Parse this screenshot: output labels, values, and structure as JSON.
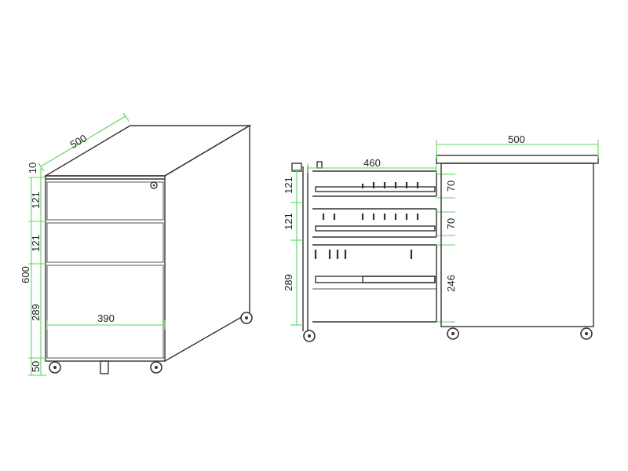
{
  "colors": {
    "line": "#333333",
    "dimension": "#5cd65c",
    "background": "#ffffff"
  },
  "iso_view": {
    "depth": "500",
    "top_thickness": "10",
    "drawer_top": "121",
    "drawer_middle": "121",
    "drawer_bottom": "289",
    "total_height": "600",
    "width": "390",
    "base_height": "50"
  },
  "section_view": {
    "depth": "460",
    "drawer_top": "121",
    "drawer_middle": "121",
    "drawer_bottom": "289",
    "slide_top": "70",
    "slide_middle": "70",
    "inner_bottom": "246"
  },
  "side_view": {
    "depth": "500"
  }
}
